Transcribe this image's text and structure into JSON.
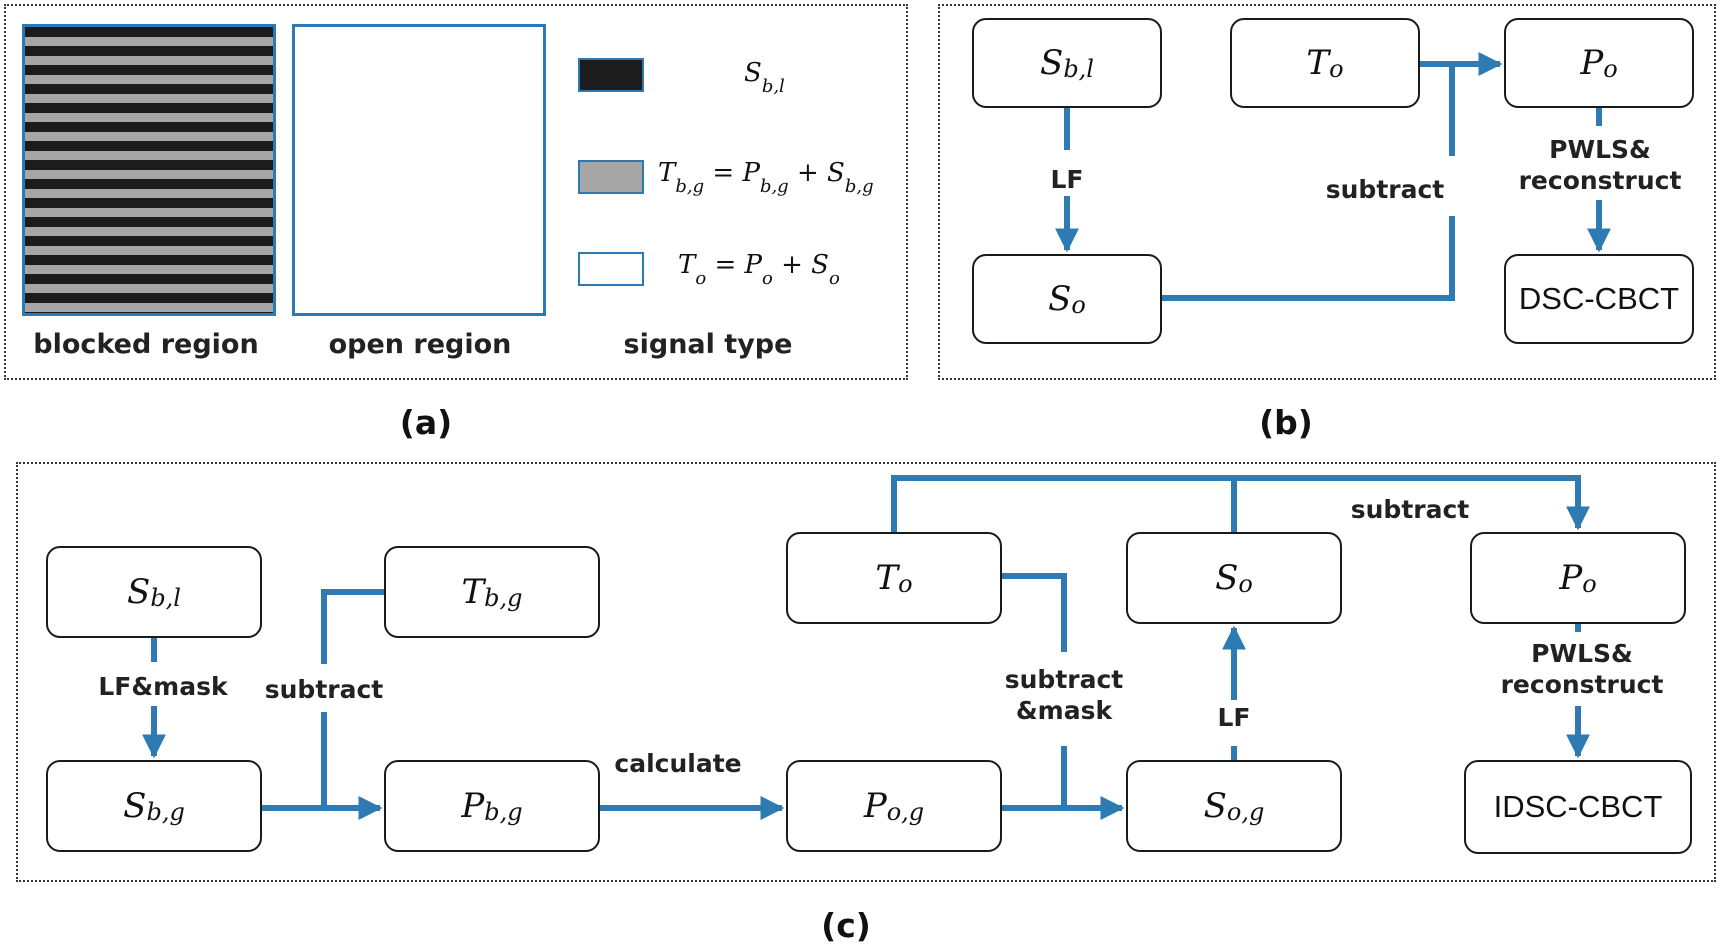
{
  "colors": {
    "arrow": "#2e7bb3",
    "border": "#1a1a1a",
    "stripe_dark": "#1c1c1c",
    "stripe_gray": "#a6a6a6",
    "region_border": "#2a7ab5"
  },
  "panel_a": {
    "caption": "(a)",
    "blocked_label": "blocked region",
    "open_label": "open region",
    "signal_label": "signal type",
    "legend": [
      {
        "swatch": "dark",
        "lhs": "S",
        "lhs_sub": "b,l",
        "rhs": ""
      },
      {
        "swatch": "gray",
        "lhs": "T",
        "lhs_sub": "b,g",
        "rhs": "= P_{b,g} + S_{b,g}"
      },
      {
        "swatch": "white",
        "lhs": "T",
        "lhs_sub": "o",
        "rhs": "= P_o + S_o"
      }
    ]
  },
  "panel_b": {
    "caption": "(b)",
    "boxes": {
      "s_bl": {
        "main": "S",
        "sub": "b,l"
      },
      "t_o": {
        "main": "T",
        "sub": "o"
      },
      "p_o": {
        "main": "P",
        "sub": "o"
      },
      "s_o": {
        "main": "S",
        "sub": "o"
      },
      "result": "DSC-CBCT"
    },
    "labels": {
      "lf": "LF",
      "subtract": "subtract",
      "pwls": "PWLS&",
      "reconstruct": "reconstruct"
    }
  },
  "panel_c": {
    "caption": "(c)",
    "boxes": {
      "s_bl": {
        "main": "S",
        "sub": "b,l"
      },
      "t_bg": {
        "main": "T",
        "sub": "b,g"
      },
      "t_o": {
        "main": "T",
        "sub": "o"
      },
      "s_o": {
        "main": "S",
        "sub": "o"
      },
      "p_o": {
        "main": "P",
        "sub": "o"
      },
      "s_bg": {
        "main": "S",
        "sub": "b,g"
      },
      "p_bg": {
        "main": "P",
        "sub": "b,g"
      },
      "p_og": {
        "main": "P",
        "sub": "o,g"
      },
      "s_og": {
        "main": "S",
        "sub": "o,g"
      },
      "result": "IDSC-CBCT"
    },
    "labels": {
      "lf_mask": "LF&mask",
      "subtract1": "subtract",
      "calculate": "calculate",
      "subtract_mask_1": "subtract",
      "subtract_mask_2": "&mask",
      "lf": "LF",
      "subtract_top": "subtract",
      "pwls": "PWLS&",
      "reconstruct": "reconstruct"
    }
  }
}
